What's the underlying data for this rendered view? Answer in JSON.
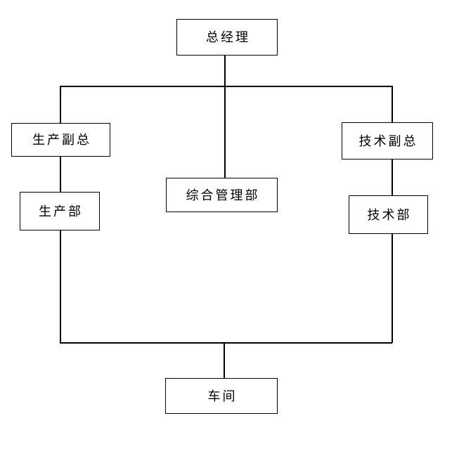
{
  "diagram": {
    "type": "org-chart",
    "colors": {
      "line": "#000000",
      "node_border": "#000000",
      "node_fill": "#ffffff",
      "background": "#ffffff"
    },
    "nodes": [
      {
        "id": "general-manager",
        "label": "总经理"
      },
      {
        "id": "production-vp",
        "label": "生产副总"
      },
      {
        "id": "technical-vp",
        "label": "技术副总"
      },
      {
        "id": "general-admin-dept",
        "label": "综合管理部"
      },
      {
        "id": "production-dept",
        "label": "生产部"
      },
      {
        "id": "technical-dept",
        "label": "技术部"
      },
      {
        "id": "workshop",
        "label": "车间"
      }
    ],
    "edges": [
      {
        "from": "总经理",
        "to": "生产副总"
      },
      {
        "from": "总经理",
        "to": "综合管理部"
      },
      {
        "from": "总经理",
        "to": "技术副总"
      },
      {
        "from": "生产副总",
        "to": "生产部"
      },
      {
        "from": "技术副总",
        "to": "技术部"
      },
      {
        "from": "生产部",
        "to": "车间"
      },
      {
        "from": "技术部",
        "to": "车间"
      }
    ]
  }
}
